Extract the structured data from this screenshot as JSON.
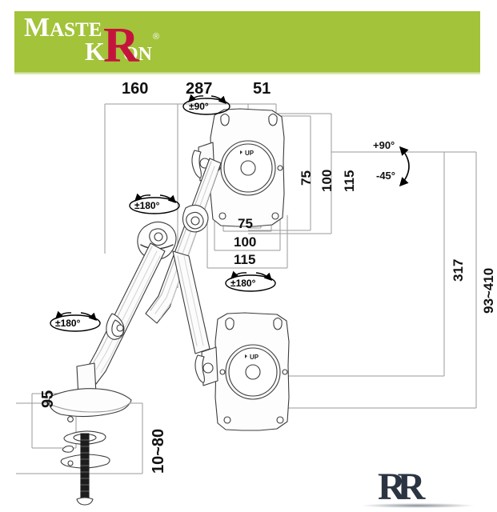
{
  "brand": {
    "logo_part1": "MASTE",
    "logo_part1_small": "ASTE",
    "logo_part1_cap": "M",
    "logo_bigR": "R",
    "logo_k": "K",
    "logo_on": "ON",
    "registered_mark": "®",
    "banner_color": "#a3c33a",
    "accent_color": "#c4143c"
  },
  "diagram": {
    "title": "Monitor gas-spring desk mount dimensional drawing",
    "top_dimensions": [
      {
        "label": "160"
      },
      {
        "label": "287"
      },
      {
        "label": "51"
      }
    ],
    "vesa_vertical": [
      {
        "label": "75"
      },
      {
        "label": "100"
      },
      {
        "label": "115"
      }
    ],
    "vesa_horizontal": [
      {
        "label": "75"
      },
      {
        "label": "100"
      },
      {
        "label": "115"
      }
    ],
    "right_dimensions": [
      {
        "label": "317"
      },
      {
        "label": "93~410"
      }
    ],
    "bottom_dimensions": [
      {
        "label": "95"
      },
      {
        "label": "10~80"
      }
    ],
    "tilt_angles": {
      "up": "+90°",
      "down": "-45°"
    },
    "rotation_badges": [
      {
        "label": "±90°"
      },
      {
        "label": "±180°"
      },
      {
        "label": "±180°"
      },
      {
        "label": "±180°"
      }
    ],
    "plate_marking": "UP"
  },
  "watermark": {
    "text": "RR"
  }
}
